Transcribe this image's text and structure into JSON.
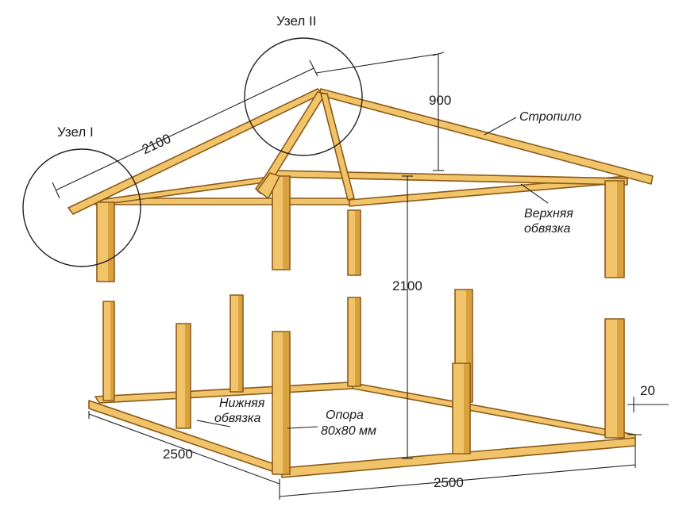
{
  "labels": {
    "node_1": "Узел I",
    "node_2": "Узел II",
    "rafter": "Стропило",
    "top_frame_line1": "Верхняя",
    "top_frame_line2": "обвязка",
    "bottom_frame_line1": "Нижняя",
    "bottom_frame_line2": "обвязка",
    "post_line1": "Опора",
    "post_line2": "80x80 мм"
  },
  "dimensions": {
    "rafter_length": "2100",
    "roof_height": "900",
    "post_height": "2100",
    "bottom_offset": "20",
    "width_left": "2500",
    "width_front": "2500"
  },
  "colors": {
    "wood": "#f2c46a",
    "wood_edge": "#8a5a18",
    "lines": "#222222"
  }
}
